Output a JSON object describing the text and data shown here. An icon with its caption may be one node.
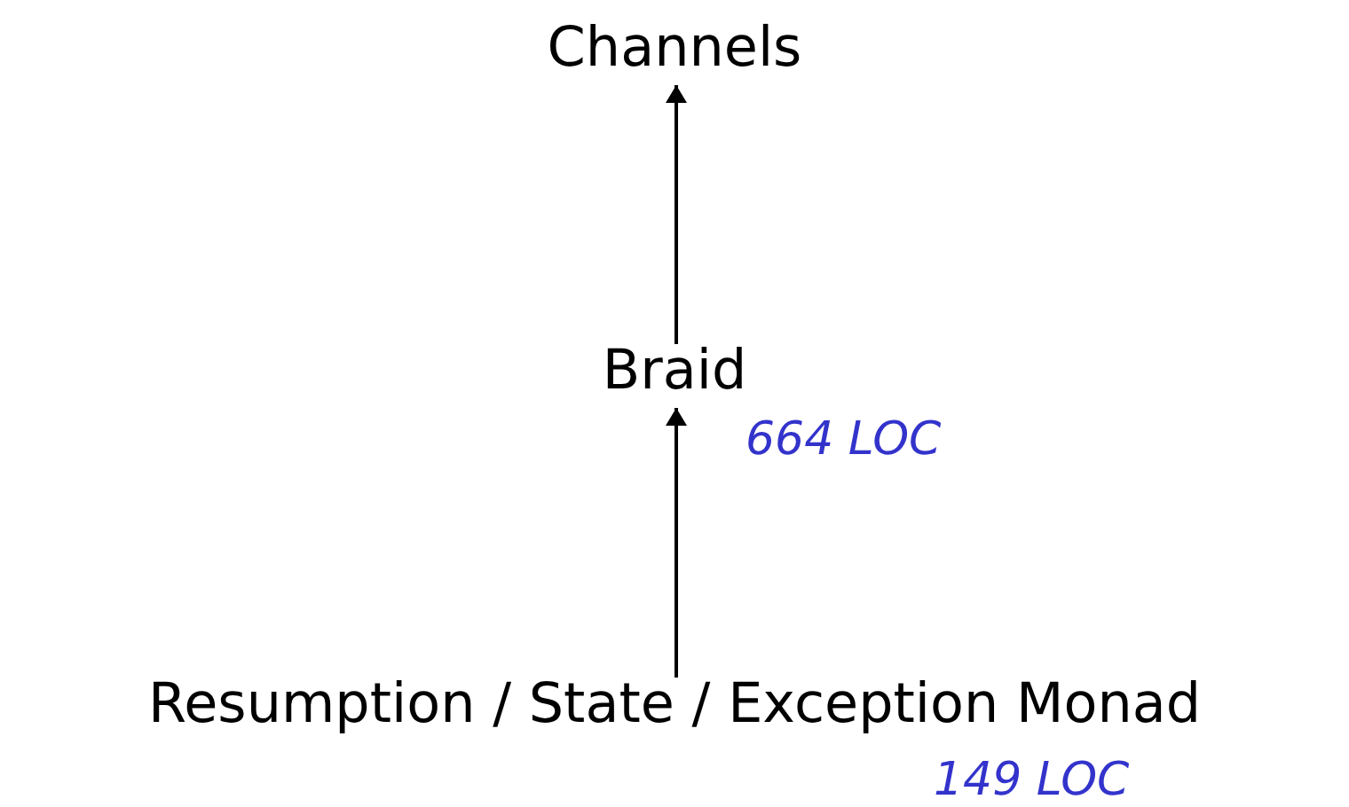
{
  "diagram": {
    "nodes": [
      {
        "text": [
          "Channels"
        ]
      },
      {
        "text": [
          "Braid"
        ],
        "beside": [
          "664 LOC"
        ]
      },
      {
        "text": [
          "Resumption / State / Exception Monad"
        ],
        "beside": [
          "149 LOC"
        ]
      }
    ],
    "edges": [
      {
        "from": 1,
        "to": 0,
        "arrow": "to"
      },
      {
        "from": 2,
        "to": 1,
        "arrow": "to"
      }
    ]
  }
}
